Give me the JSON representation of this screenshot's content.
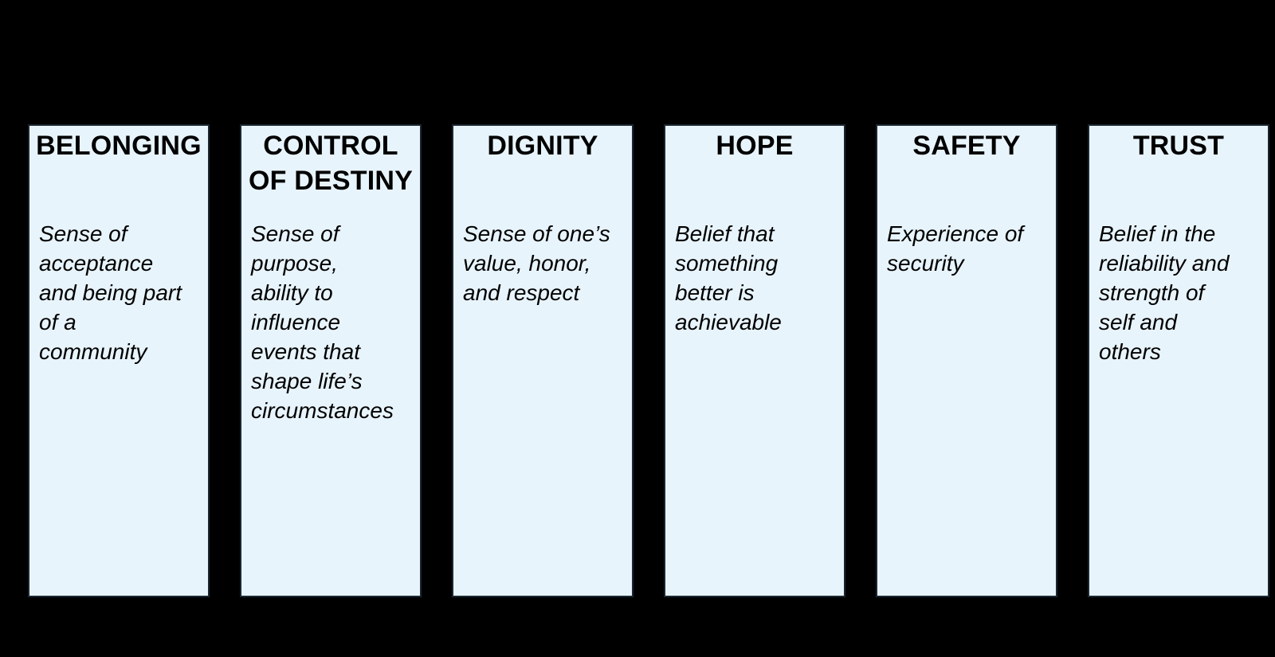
{
  "canvas": {
    "background": "#000000",
    "text_color": "#000000"
  },
  "pillars": {
    "fill_color": "#E8F4FC",
    "border_color": "#1B2631",
    "items": [
      {
        "title": "BELONGING",
        "description": "Sense of\nacceptance\nand being part\nof a\ncommunity"
      },
      {
        "title": "CONTROL\nOF DESTINY",
        "description": "Sense of\npurpose,\nability to\ninfluence\nevents that\nshape life’s\ncircumstances"
      },
      {
        "title": "DIGNITY",
        "description": "Sense of one’s\nvalue, honor,\nand respect"
      },
      {
        "title": "HOPE",
        "description": "Belief that\nsomething\nbetter is\nachievable"
      },
      {
        "title": "SAFETY",
        "description": "Experience of\nsecurity"
      },
      {
        "title": "TRUST",
        "description": "Belief in the\nreliability and\nstrength of\nself and\nothers"
      }
    ]
  }
}
